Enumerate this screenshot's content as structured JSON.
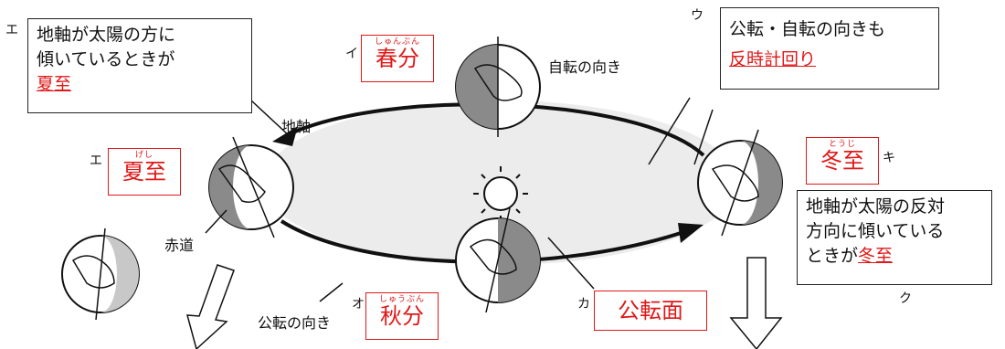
{
  "callouts": {
    "summer": {
      "line1": "地軸が太陽の方に",
      "line2": "傾いているときが",
      "term": "夏至"
    },
    "rotation": {
      "line1": "公転・自転の向きも",
      "term": "反時計回り"
    },
    "winter": {
      "line1": "地軸が太陽の反対",
      "line2": "方向に傾いている",
      "line3_prefix": "ときが",
      "term": "冬至"
    }
  },
  "seasons": {
    "spring": {
      "ruby": "しゅんぶん",
      "kanji": "春分"
    },
    "summer": {
      "ruby": "げし",
      "kanji": "夏至"
    },
    "autumn": {
      "ruby": "しゅうぶん",
      "kanji": "秋分"
    },
    "winter": {
      "ruby": "とうじ",
      "kanji": "冬至"
    }
  },
  "labels": {
    "axis": "地軸",
    "rotation_dir": "自転の向き",
    "equator": "赤道",
    "revolution_dir": "公転の向き",
    "orbit_plane": "公転面"
  },
  "markers": {
    "e_top": "エ",
    "e_summer": "エ",
    "i": "イ",
    "u": "ウ",
    "o": "オ",
    "ka": "カ",
    "ki": "キ",
    "ku": "ク"
  },
  "colors": {
    "accent": "#e01818",
    "night": "#8a8a8a",
    "line": "#222222"
  }
}
